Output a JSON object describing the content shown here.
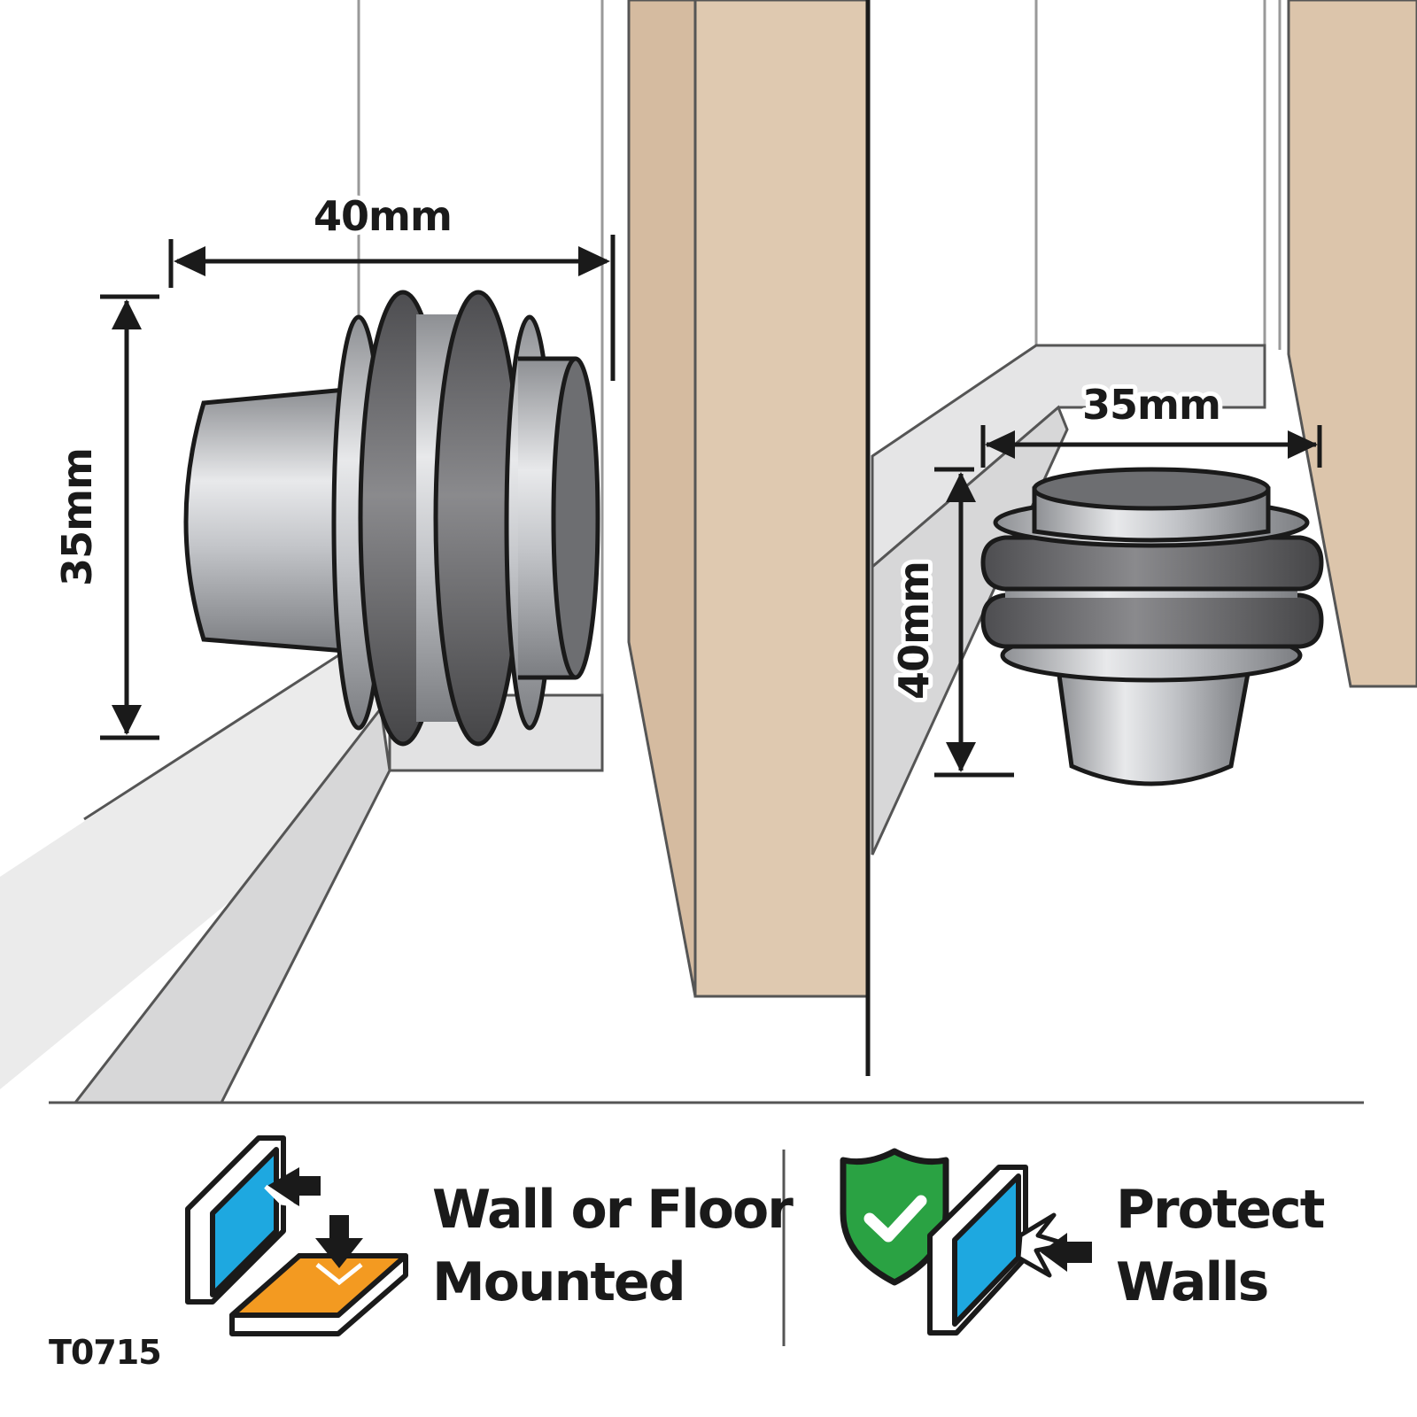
{
  "left_view": {
    "width_label": "40mm",
    "height_label": "35mm"
  },
  "right_view": {
    "width_label": "35mm",
    "height_label": "40mm"
  },
  "features": [
    {
      "icon": "wall-floor-mount-icon",
      "line1": "Wall or Floor",
      "line2": "Mounted"
    },
    {
      "icon": "shield-check-icon",
      "line1": "Protect",
      "line2": "Walls"
    }
  ],
  "product_code": "T0715",
  "colors": {
    "door": "#dcc6ab",
    "door_edge": "#c7ad8f",
    "rubber": "#6b6b6d",
    "metal": "#b9bbbf",
    "wall_blue": "#1ea8e0",
    "floor_orange": "#f39a21",
    "shield_green": "#2aa243"
  }
}
